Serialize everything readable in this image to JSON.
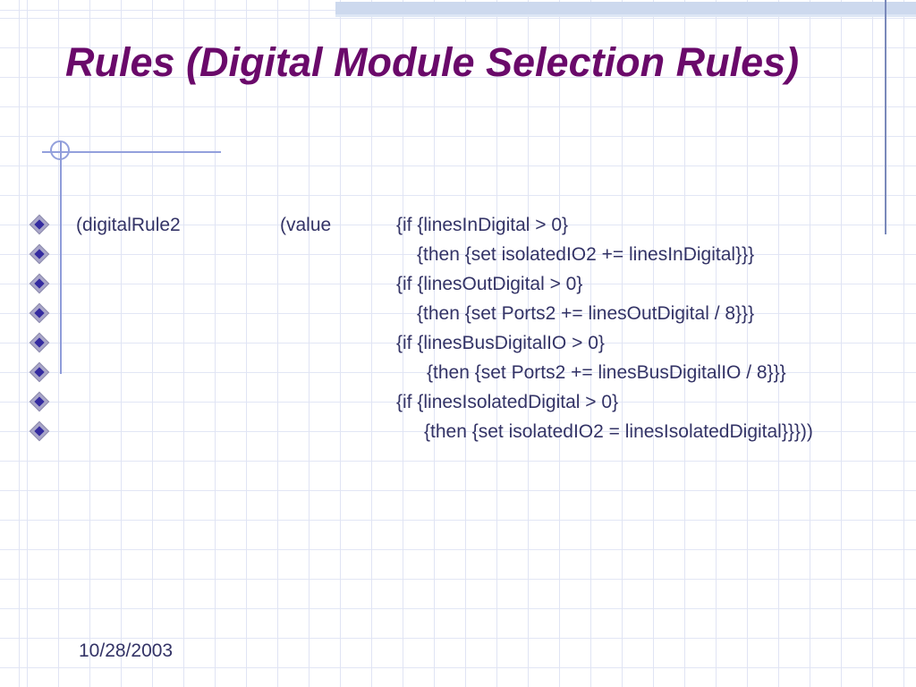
{
  "slide": {
    "title": "Rules (Digital Module Selection Rules)"
  },
  "code_block": {
    "lines": [
      {
        "segments": [
          "(digitalRule2",
          "(value",
          "{if {linesInDigital > 0}"
        ]
      },
      {
        "segments": [
          "{then {set isolatedIO2 += linesInDigital}}}"
        ]
      },
      {
        "segments": [
          "{if {linesOutDigital > 0}"
        ]
      },
      {
        "segments": [
          "{then {set Ports2 += linesOutDigital / 8}}}"
        ]
      },
      {
        "segments": [
          "{if {linesBusDigitalIO > 0}"
        ]
      },
      {
        "segments": [
          "{then {set Ports2 += linesBusDigitalIO / 8}}}"
        ]
      },
      {
        "segments": [
          "{if {linesIsolatedDigital > 0}"
        ]
      },
      {
        "segments": [
          "{then {set isolatedIO2 = linesIsolatedDigital}}}))"
        ]
      }
    ]
  },
  "footer": {
    "date": "10/28/2003"
  },
  "colors": {
    "title": "#6a096a",
    "body_text": "#333366",
    "bullet_outer": "#a9a6c8",
    "bullet_inner": "#342b9f",
    "grid_line": "#e0e4f4",
    "accent_band": "#cdd9ee",
    "accent_line": "#7a89ba",
    "ornament_line": "#93a0dc"
  }
}
